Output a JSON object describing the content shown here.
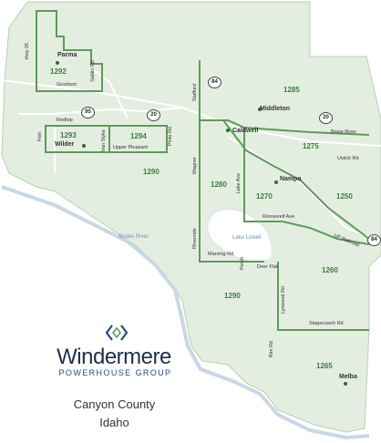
{
  "colors": {
    "land": "#e3eee1",
    "border": "#5e9a5a",
    "road": "#ffffff",
    "water": "#c9d7e6",
    "zip_text": "#3f7a3f",
    "brand": "#20304a"
  },
  "cities": [
    {
      "id": "parma",
      "name": "Parma"
    },
    {
      "id": "wilder",
      "name": "Wilder"
    },
    {
      "id": "middleton",
      "name": "Middleton"
    },
    {
      "id": "caldwell",
      "name": "Caldwell"
    },
    {
      "id": "nampa",
      "name": "Nampa"
    },
    {
      "id": "melba",
      "name": "Melba"
    }
  ],
  "zips": [
    "1292",
    "1293",
    "1294",
    "1290",
    "1285",
    "1275",
    "1280",
    "1270",
    "1250",
    "1260",
    "1290",
    "1265"
  ],
  "roads": {
    "hwy26": "Hwy 26",
    "goodson": "Goodson",
    "sablin": "Sablin Rd",
    "redtop": "Redtop",
    "fish": "Fish",
    "vanslyke": "Van Slyke",
    "upper_pleasant": "Upper Pleasant",
    "pinto": "Pinto Rd",
    "stafford": "Stafford",
    "wagner": "Wagner",
    "riverside": "Riverside",
    "boise_river": "Boise River",
    "ustick": "Ustick Rd",
    "lake_ave": "Lake Ave",
    "roosevelt": "Roosevelt Ave",
    "up_railroad": "UP Railroad",
    "marsing": "Marsing Rd",
    "perch": "Perch",
    "deer_flat": "Deer Flat",
    "lynwood": "Lynwood Rd",
    "stagecoach": "Stagecoach Rd",
    "rim": "Rim Rd"
  },
  "shields": [
    "84",
    "95",
    "20",
    "20",
    "84"
  ],
  "water": {
    "snake_river": "Snake River",
    "lake_lowell": "Lake Lowell"
  },
  "brand": {
    "name": "Windermere",
    "sub": "POWERHOUSE GROUP"
  },
  "place": {
    "county": "Canyon County",
    "state": "Idaho"
  }
}
